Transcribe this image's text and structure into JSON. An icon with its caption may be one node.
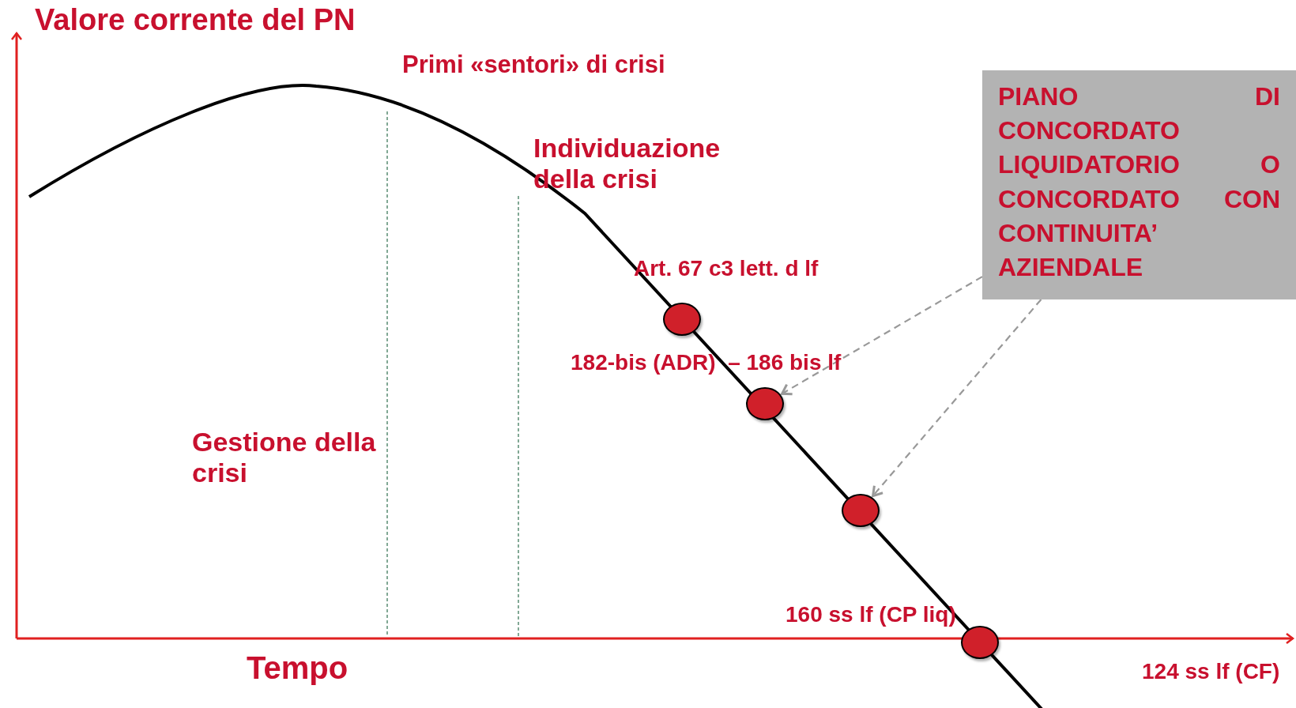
{
  "diagram": {
    "nodes": [
      {
        "text": [
          "PIANO DI CONCORDATO LIQUIDATORIO O CONCORDATO CON CONTINUITA’ AZIENDALE"
        ]
      },
      {
        "text": [],
        "shape": "circle",
        "beside": [
          "Art. 67 c3 lett. d lf"
        ]
      },
      {
        "text": [],
        "shape": "circle",
        "beside": [
          "182-bis (ADR)  – 186 bis lf"
        ]
      },
      {
        "text": [],
        "shape": "circle"
      },
      {
        "text": [],
        "shape": "circle",
        "beside": [
          "160 ss lf (CP liq)"
        ]
      }
    ],
    "edges": [
      {
        "from": 0,
        "to": 2,
        "arrow": "to",
        "style": "dashed"
      },
      {
        "from": 0,
        "to": 3,
        "arrow": "to",
        "style": "dashed"
      }
    ],
    "labels": [
      "Valore corrente del PN",
      "Primi «sentori» di crisi",
      "Individuazione della crisi",
      "Gestione della crisi",
      "Tempo",
      "124 ss lf (CF)"
    ]
  }
}
